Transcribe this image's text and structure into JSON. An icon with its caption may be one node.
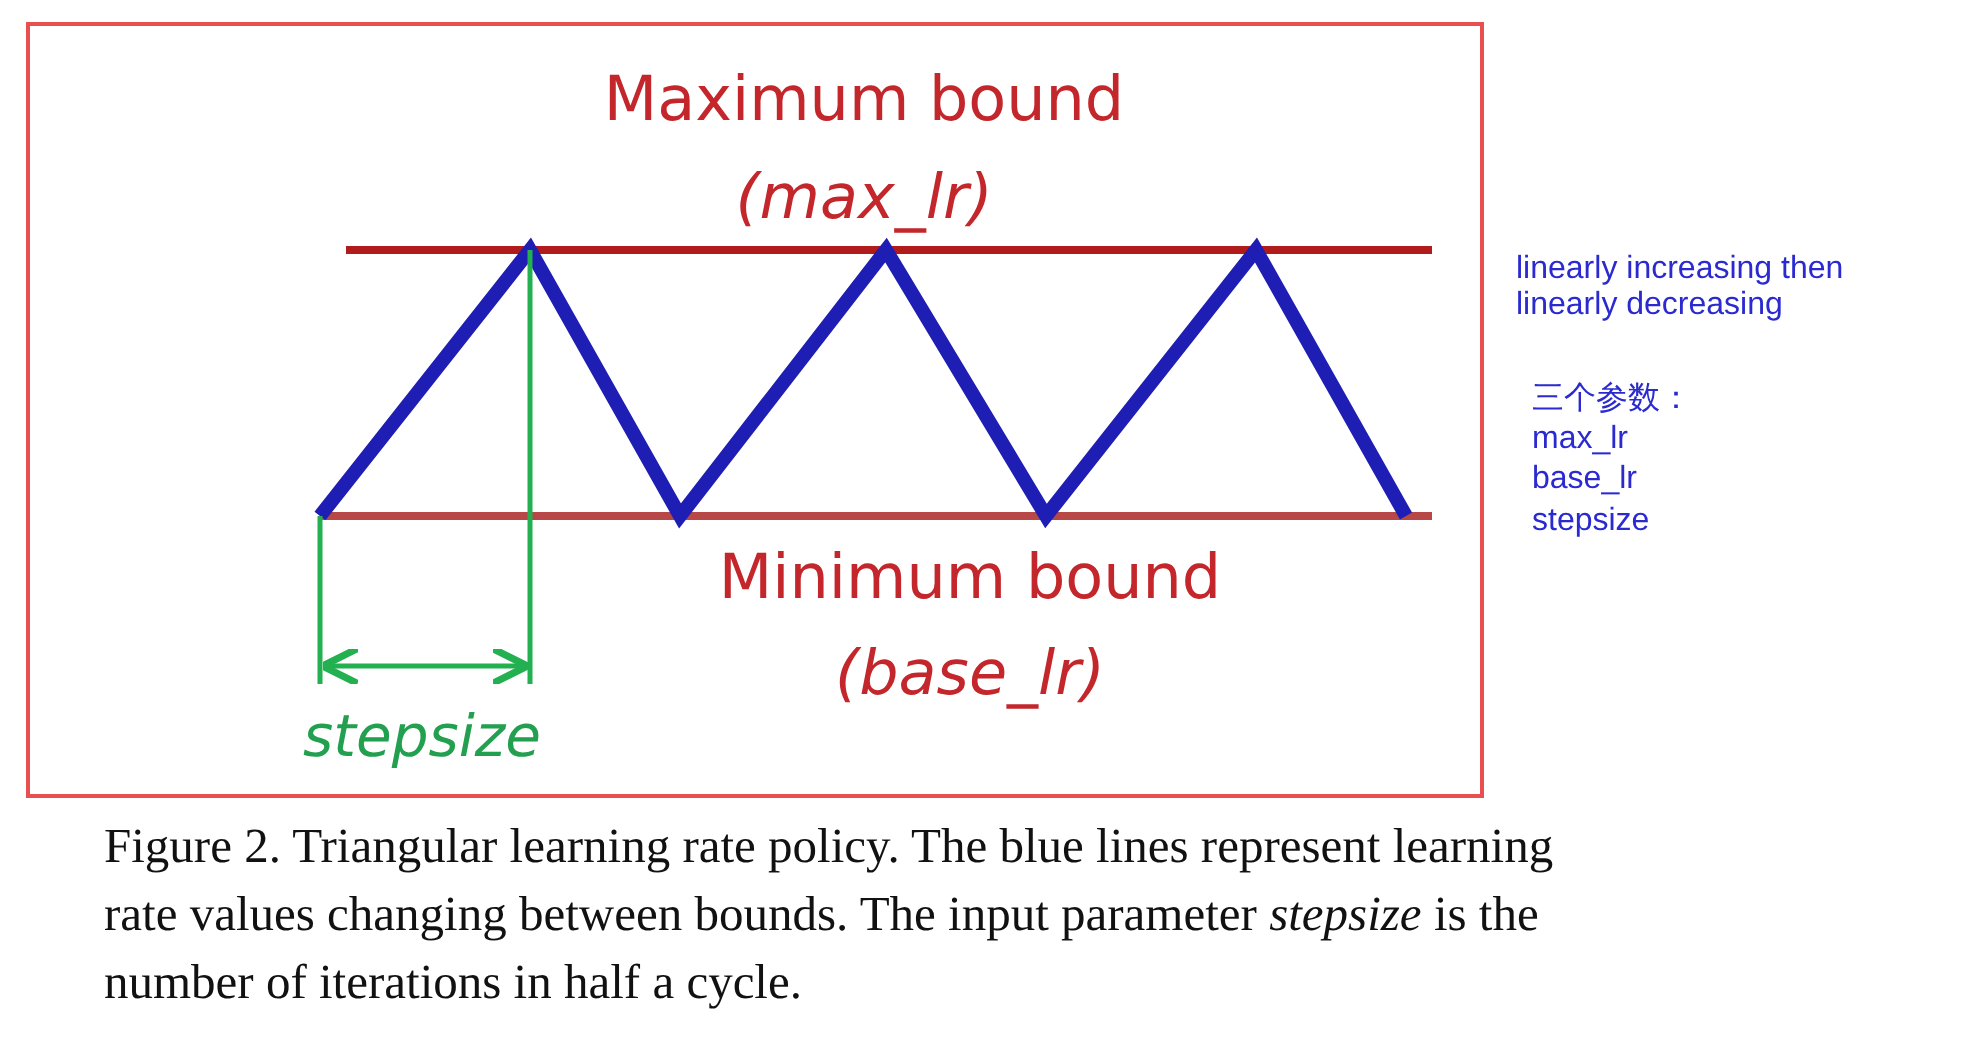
{
  "diagram": {
    "caption": "Figure 2. Triangular learning rate policy. The blue lines represent learning rate values changing between bounds. The input parameter *stepsize* is the number of iterations in half a cycle.",
    "labels": [
      "Maximum bound",
      "(max_lr)",
      "linearly increasing then linearly decreasing",
      "三个参数：",
      "max_lr",
      "base_lr",
      "stepsize",
      "Minimum bound",
      "(base_lr)",
      "stepsize"
    ]
  }
}
